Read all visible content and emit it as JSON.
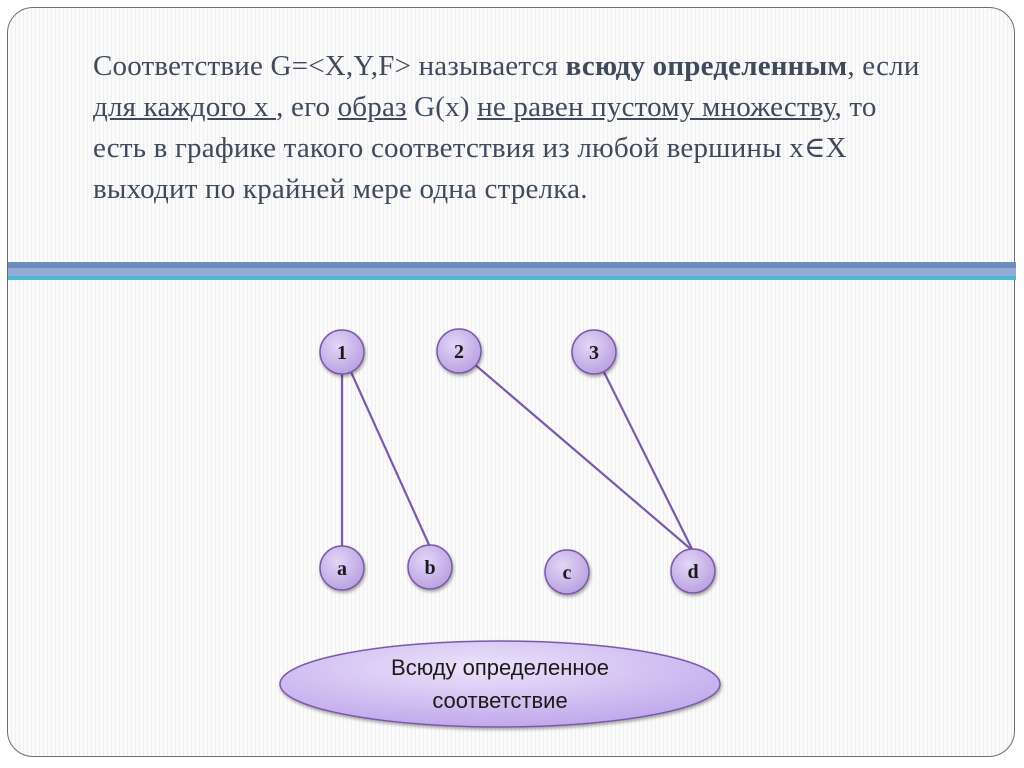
{
  "text": {
    "seg1": "Соответствие  G=<X,Y,F> называется ",
    "seg2_bold": "всюду определенным",
    "seg3": ", если ",
    "seg4_ul": "для каждого х ",
    "seg5": ", его ",
    "seg6_ul": "образ",
    "seg7": " G(x) ",
    "seg8_ul": "не равен пустому множеству",
    "seg9": ", то есть в графике такого соответствия из любой вершины х∈Х выходит по крайней мере одна стрелка."
  },
  "graph": {
    "top_nodes": [
      "1",
      "2",
      "3"
    ],
    "bottom_nodes": [
      "a",
      "b",
      "c",
      "d"
    ],
    "edges": [
      [
        "1",
        "a"
      ],
      [
        "1",
        "b"
      ],
      [
        "2",
        "d"
      ],
      [
        "3",
        "d"
      ]
    ],
    "node_color": "#c9b3ea",
    "edge_color": "#7a5aa8"
  },
  "caption": {
    "line1": "Всюду определенное",
    "line2": "соответствие"
  },
  "colors": {
    "text": "#3f4a5c",
    "divider_dark": "#6e8cc2",
    "divider_light": "#93acd6",
    "divider_teal": "#4fb6cf",
    "caption_fill": "#cdbaf0"
  }
}
